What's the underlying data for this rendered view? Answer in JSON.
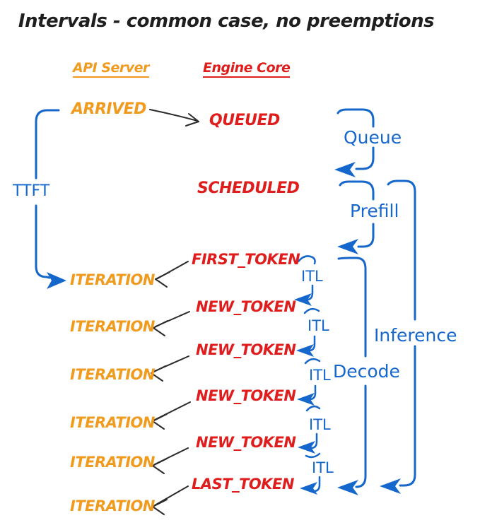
{
  "title": "Intervals - common case, no preemptions",
  "columns": {
    "api_server": "API Server",
    "engine_core": "Engine Core"
  },
  "events": {
    "arrived": "ARRIVED",
    "queued": "QUEUED",
    "scheduled": "SCHEDULED",
    "first_token": "FIRST_TOKEN",
    "new_token": "NEW_TOKEN",
    "last_token": "LAST_TOKEN",
    "iteration": "ITERATION"
  },
  "intervals": {
    "ttft": "TTFT",
    "queue": "Queue",
    "prefill": "Prefill",
    "itl": "ITL",
    "decode": "Decode",
    "inference": "Inference"
  },
  "colors": {
    "api_server_orange": "#F09A1E",
    "engine_core_red": "#E01D1D",
    "interval_blue": "#1567CC",
    "arrow_black": "#2b2b2b",
    "background": "#FFFFFF"
  }
}
